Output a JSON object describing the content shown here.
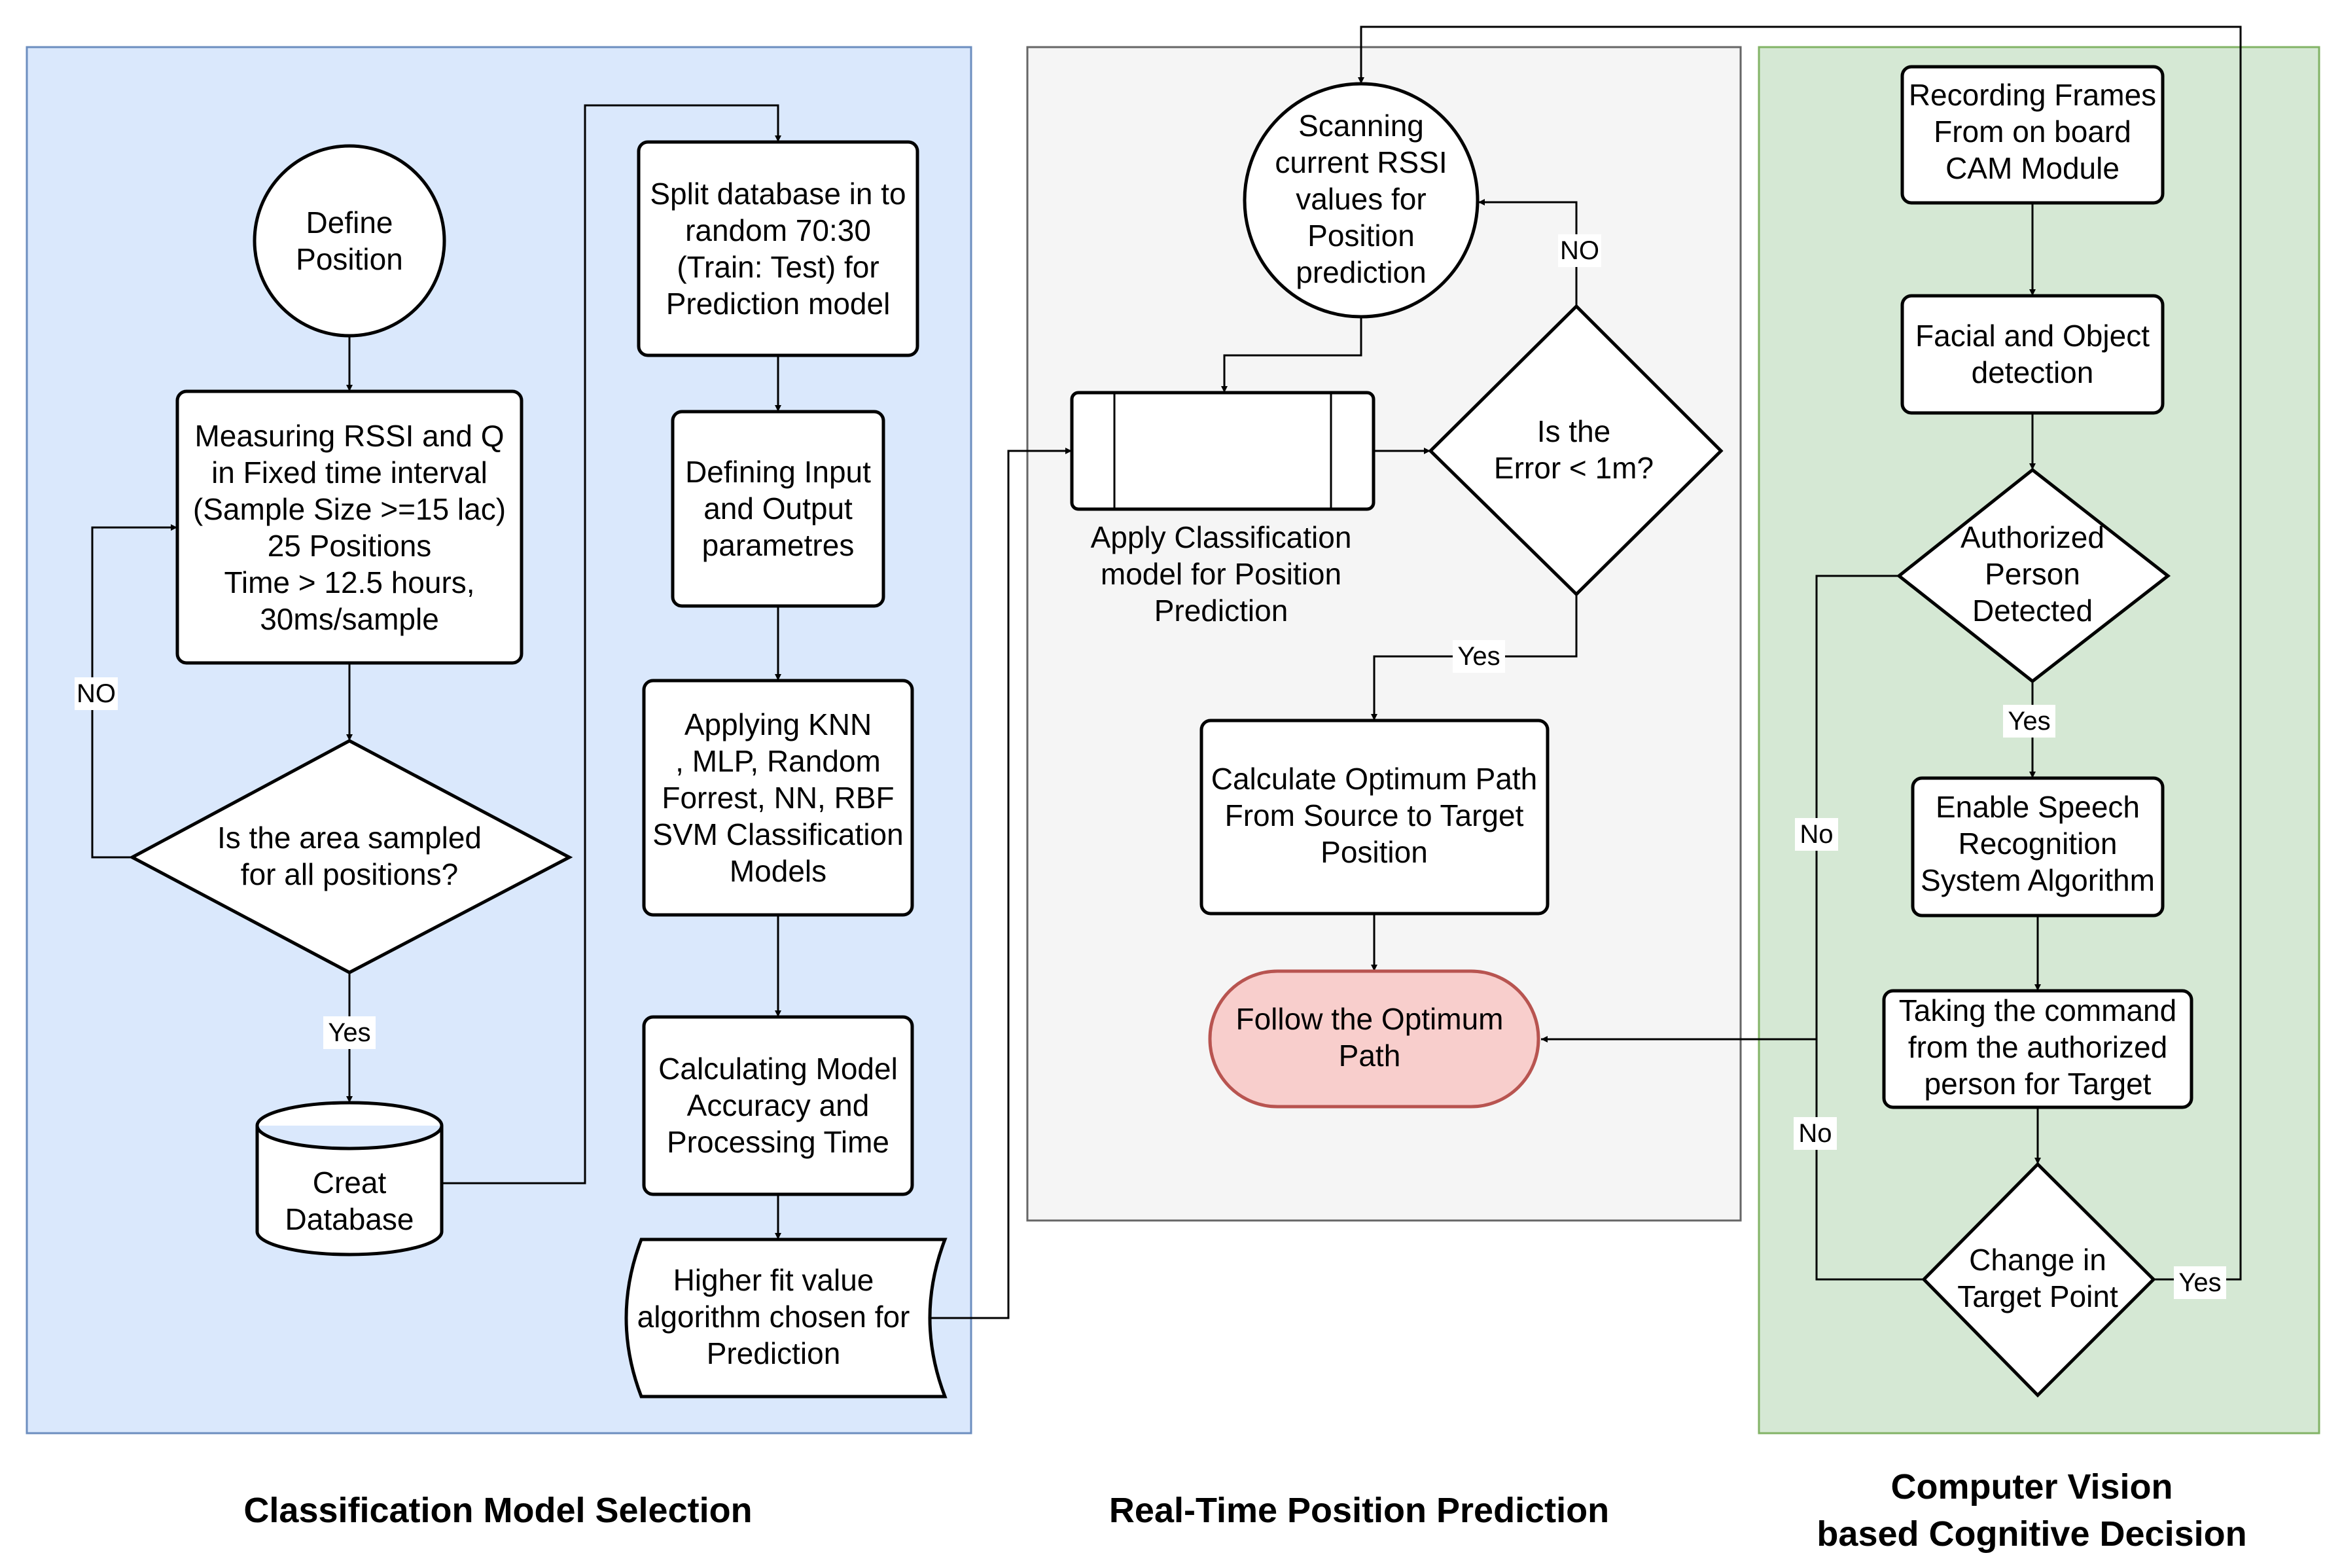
{
  "sections": {
    "classification": {
      "title_lines": [
        "Classification Model Selection"
      ]
    },
    "realtime": {
      "title_lines": [
        "Real-Time Position Prediction"
      ]
    },
    "vision": {
      "title_lines": [
        "Computer Vision",
        "based Cognitive Decision"
      ]
    }
  },
  "nodes": {
    "define_position": [
      "Define",
      "Position"
    ],
    "measuring_rssi": [
      "Measuring RSSI and Q",
      "in Fixed time interval",
      "(Sample Size >=15 lac)",
      "25 Positions",
      "Time > 12.5 hours,",
      "30ms/sample"
    ],
    "area_sampled": [
      "Is the area sampled",
      "for all positions?"
    ],
    "creat_database": [
      "Creat",
      "Database"
    ],
    "split_database": [
      "Split database in to",
      "random 70:30",
      "(Train: Test) for",
      "Prediction model"
    ],
    "defining_input": [
      "Defining Input",
      "and Output",
      "parametres"
    ],
    "applying_knn": [
      "Applying KNN",
      ", MLP, Random",
      "Forrest, NN, RBF",
      "SVM Classification",
      "Models"
    ],
    "calculating_accuracy": [
      "Calculating Model",
      "Accuracy and",
      "Processing Time"
    ],
    "higher_fit": [
      "Higher fit value",
      "algorithm chosen for",
      "Prediction"
    ],
    "scanning_rssi": [
      "Scanning",
      "current RSSI",
      "values for",
      "Position",
      "prediction"
    ],
    "apply_classification": [
      "Apply Classification",
      "model for Position",
      "Prediction"
    ],
    "error_check": [
      "Is the",
      "Error < 1m?"
    ],
    "optimum_path": [
      "Calculate Optimum Path",
      "From Source to Target",
      "Position"
    ],
    "follow_path": [
      "Follow the Optimum",
      "Path"
    ],
    "recording_frames": [
      "Recording Frames",
      "From on board",
      "CAM Module"
    ],
    "facial_detection": [
      "Facial and Object",
      "detection"
    ],
    "authorized_person": [
      "Authorized",
      "Person",
      "Detected"
    ],
    "speech_recognition": [
      "Enable Speech",
      "Recognition",
      "System Algorithm"
    ],
    "taking_command": [
      "Taking the command",
      "from the authorized",
      "person for Target"
    ],
    "change_target": [
      "Change in",
      "Target Point"
    ]
  },
  "edge_labels": {
    "area_no": "NO",
    "area_yes": "Yes",
    "error_no": "NO",
    "error_yes": "Yes",
    "auth_yes": "Yes",
    "auth_no": "No",
    "change_no": "No",
    "change_yes": "Yes"
  }
}
